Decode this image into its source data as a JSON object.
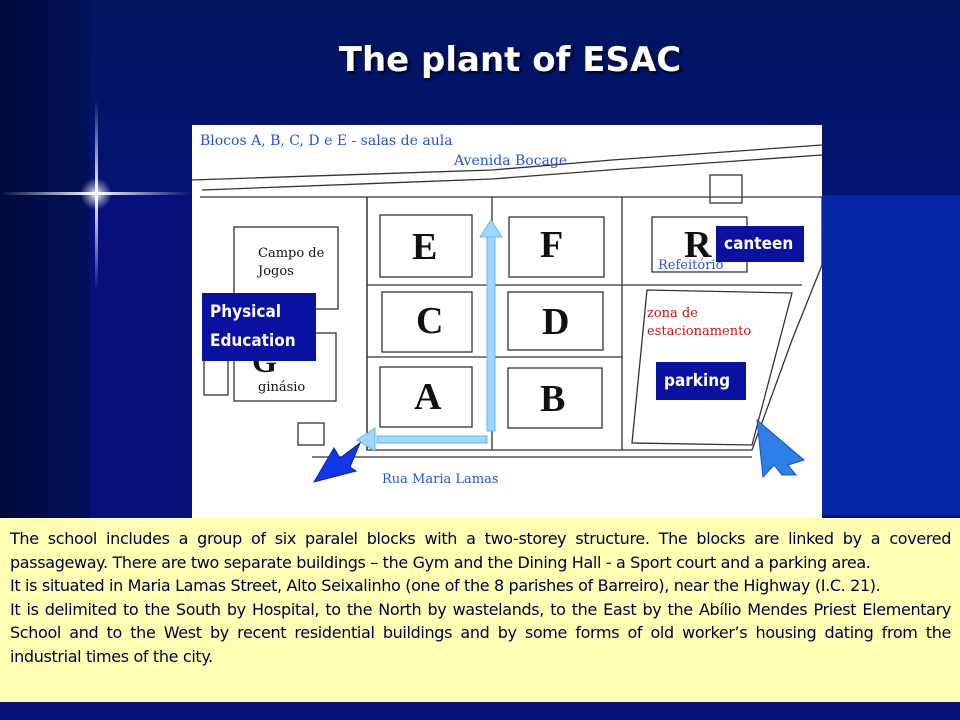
{
  "title": "The plant of ESAC",
  "map": {
    "caption_blocks": "Blocos A, B, C, D e E - salas de aula",
    "street_top": "Avenida Bocage",
    "street_bottom": "Rua Maria Lamas",
    "campo": "Campo de Jogos",
    "ginasio_letter": "G",
    "ginasio": "ginásio",
    "refeitorio_letter": "R",
    "refeitorio": "Refeitório",
    "zona": "zona de estacionamento",
    "blocks": [
      "E",
      "F",
      "C",
      "D",
      "A",
      "B"
    ]
  },
  "badges": {
    "canteen": "canteen",
    "physical": "Physical Education",
    "parking": "parking"
  },
  "description": [
    "The school includes a group of six paralel blocks with a two-storey structure. The blocks are linked by a covered passageway. There are two separate buildings – the Gym and the Dining Hall - a Sport court and a parking area.",
    "It is situated in Maria Lamas Street, Alto Seixalinho (one of the 8 parishes of Barreiro), near the Highway (I.C. 21).",
    "It is delimited to the South by Hospital, to the North by wastelands, to the East by the Abílio Mendes Priest Elementary School and to the West by recent residential buildings and by some forms of old worker’s housing dating from the industrial times of the city."
  ],
  "colors": {
    "background": "#07107a",
    "textbox": "#ffffb4",
    "badge": "#0a10a0",
    "arrow": "#9fd8ff",
    "arrow_dark": "#1040e0"
  }
}
